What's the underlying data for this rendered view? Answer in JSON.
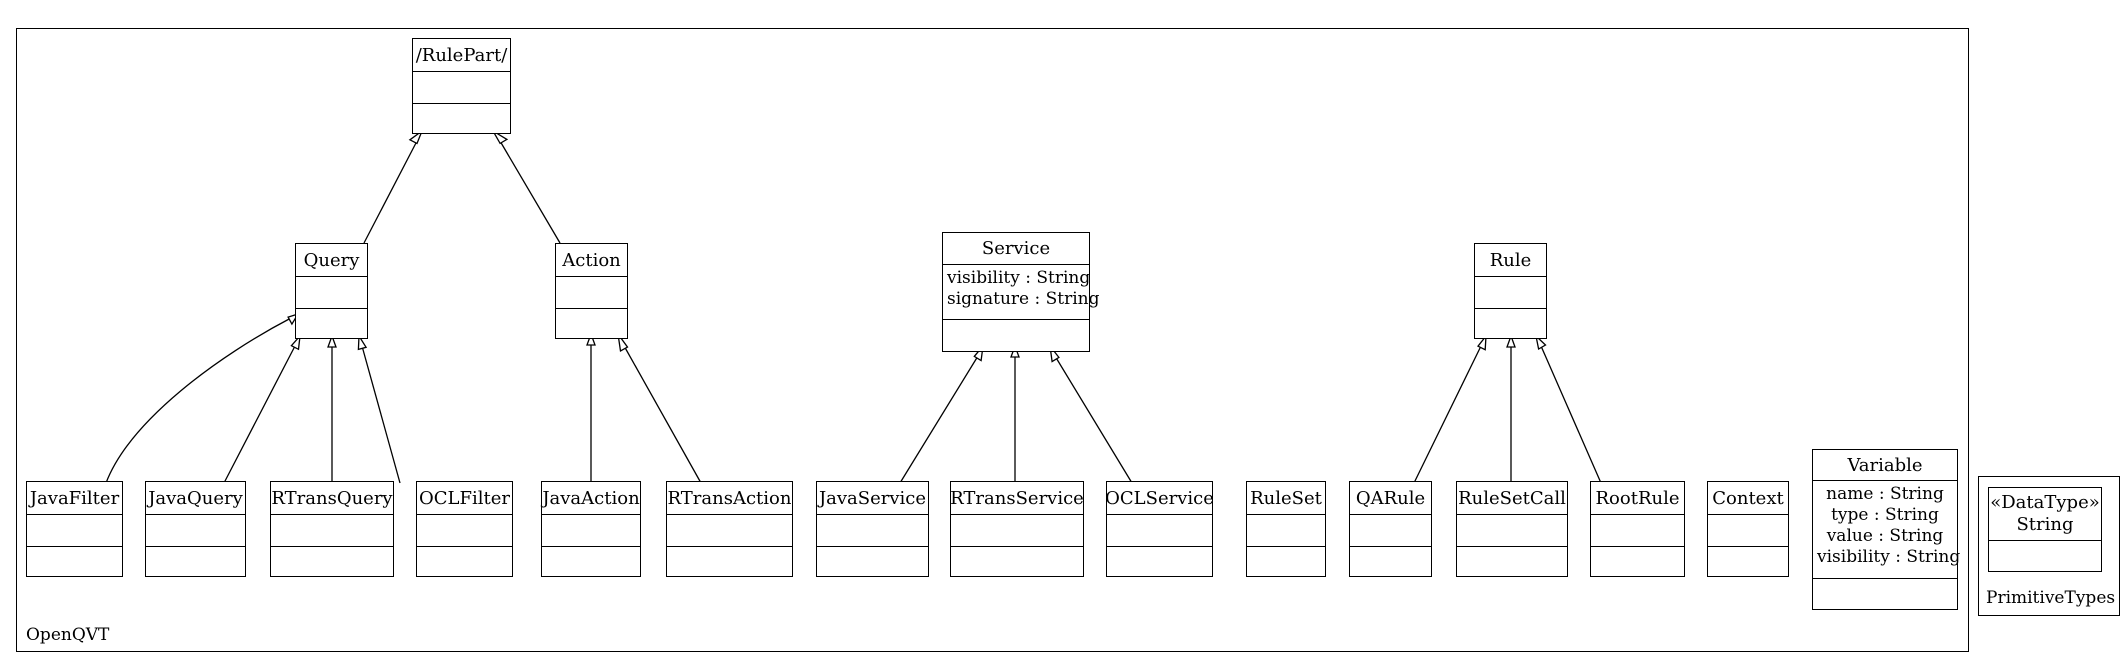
{
  "packages": {
    "openqvt": {
      "label": "OpenQVT"
    },
    "primitive_types": {
      "label": "PrimitiveTypes"
    }
  },
  "classes": {
    "rulepart": {
      "name": "/RulePart/"
    },
    "query": {
      "name": "Query"
    },
    "action": {
      "name": "Action"
    },
    "service": {
      "name": "Service",
      "attributes": [
        "visibility : String",
        "signature : String"
      ]
    },
    "rule": {
      "name": "Rule"
    },
    "javafilter": {
      "name": "JavaFilter"
    },
    "javaquery": {
      "name": "JavaQuery"
    },
    "rtransquery": {
      "name": "RTransQuery"
    },
    "oclfilter": {
      "name": "OCLFilter"
    },
    "javaaction": {
      "name": "JavaAction"
    },
    "rtransaction": {
      "name": "RTransAction"
    },
    "javaservice": {
      "name": "JavaService"
    },
    "rtransservice": {
      "name": "RTransService"
    },
    "oclservice": {
      "name": "OCLService"
    },
    "ruleset": {
      "name": "RuleSet"
    },
    "qarule": {
      "name": "QARule"
    },
    "rulesetcall": {
      "name": "RuleSetCall"
    },
    "rootrule": {
      "name": "RootRule"
    },
    "context": {
      "name": "Context"
    },
    "variable": {
      "name": "Variable",
      "attributes": [
        "name : String",
        "type : String",
        "value : String",
        "visibility : String"
      ]
    },
    "string": {
      "stereotype": "«DataType»",
      "name": "String"
    }
  }
}
